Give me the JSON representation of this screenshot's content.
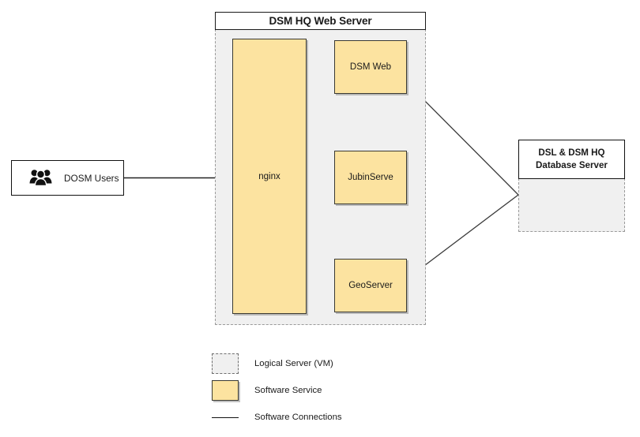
{
  "diagram": {
    "title_visible": false,
    "colors": {
      "service_fill": "#fce3a0",
      "service_stroke": "#3a3a32",
      "vm_fill": "#f0f0f0",
      "vm_stroke": "#9a9a9a",
      "connection": "#333333",
      "box_stroke": "#111111"
    }
  },
  "actors": {
    "users": {
      "label": "DOSM Users",
      "icon": "users-group-icon"
    }
  },
  "web_server": {
    "title": "DSM HQ Web Server",
    "type": "Logical Server (VM)",
    "services": [
      {
        "id": "nginx",
        "label": "nginx"
      },
      {
        "id": "dsm-web",
        "label": "DSM Web"
      },
      {
        "id": "jubinserve",
        "label": "JubinServe"
      },
      {
        "id": "geoserver",
        "label": "GeoServer"
      }
    ]
  },
  "database_server": {
    "title": "DSL & DSM HQ Database Server",
    "type": "Logical Server (VM)"
  },
  "connections": [
    {
      "from": "DOSM Users",
      "to": "nginx"
    },
    {
      "from": "nginx",
      "to": "DSM Web"
    },
    {
      "from": "nginx",
      "to": "JubinServe"
    },
    {
      "from": "nginx",
      "to": "GeoServer"
    },
    {
      "from": "DSM Web",
      "to": "DSL & DSM HQ Database Server"
    },
    {
      "from": "GeoServer",
      "to": "DSL & DSM HQ Database Server"
    }
  ],
  "legend": {
    "items": [
      {
        "swatch": "vm",
        "label": "Logical Server (VM)"
      },
      {
        "swatch": "service",
        "label": "Software Service"
      },
      {
        "swatch": "line",
        "label": "Software Connections"
      }
    ]
  }
}
